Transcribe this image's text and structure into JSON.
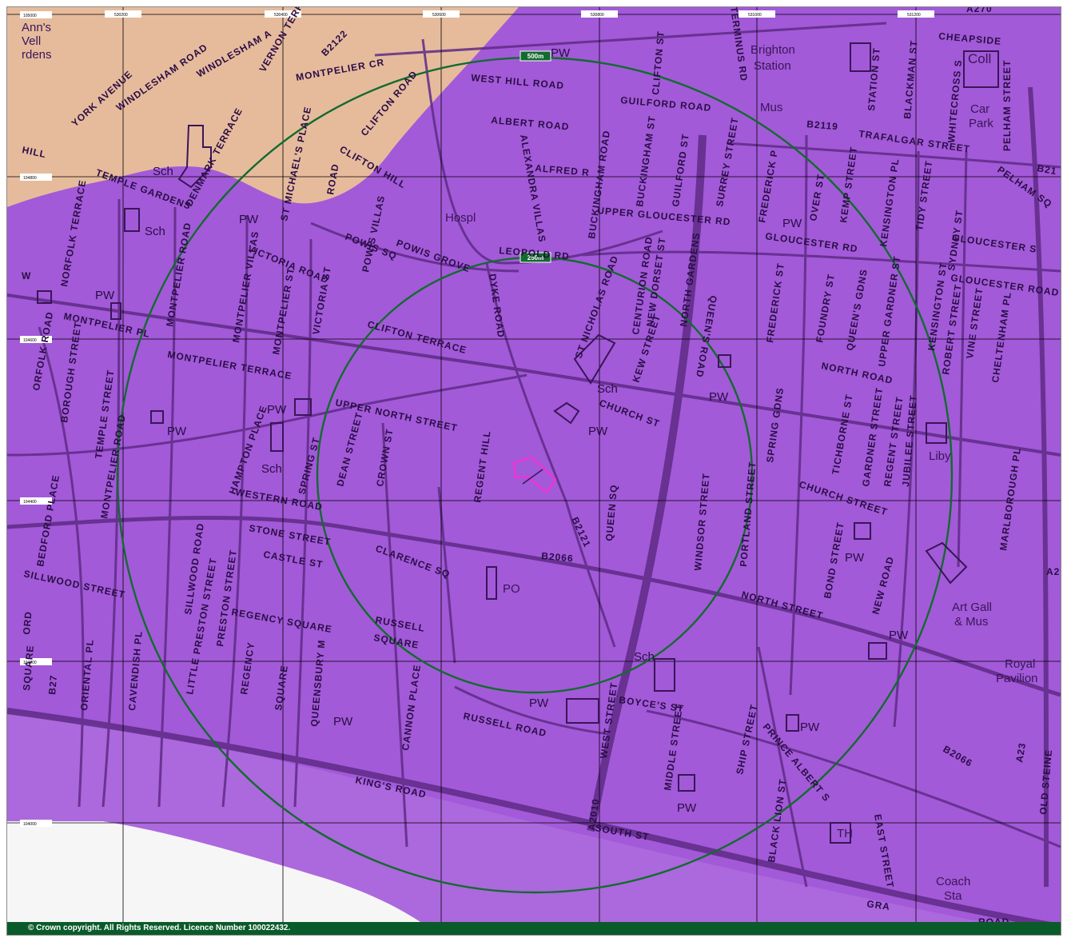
{
  "colors": {
    "zone_purple": "#a25ad8",
    "zone_tan": "#e6bb9c",
    "road_line": "#5e2a86",
    "ring_green": "#136b2e",
    "site_magenta": "#ff2bd6",
    "footer_green": "#0a5b2a"
  },
  "copyright": "© Crown copyright. All Rights Reserved. Licence Number 100022432.",
  "rings": [
    {
      "label": "500m"
    },
    {
      "label": "250m"
    }
  ],
  "eastings": [
    "530200",
    "530400",
    "530600",
    "530800",
    "531000",
    "531200"
  ],
  "northings": [
    "105000",
    "104800",
    "104600",
    "104400",
    "104200",
    "104000"
  ],
  "place_labels": {
    "ann": "Ann's",
    "well": "Vell",
    "gardens": "rdens",
    "brighton_station": "Brighton",
    "station2": "Station",
    "coll": "Coll",
    "car": "Car",
    "park": "Park",
    "mus": "Mus",
    "hospl": "Hospl",
    "liby": "Liby",
    "po": "PO",
    "art_gall": "Art Gall",
    "and_mus": "& Mus",
    "royal": "Royal",
    "pavilion": "Pavilion",
    "coach": "Coach",
    "sta": "Sta",
    "th": "TH"
  },
  "pois": {
    "pw": "PW",
    "sch": "Sch"
  },
  "roads": {
    "york_avenue": "YORK AVENUE",
    "windlesham_road": "WINDLESHAM ROAD",
    "windlesham_a": "WINDLESHAM A",
    "vernon_terr": "VERNON TERR",
    "montpelier_cr": "MONTPELIER CR",
    "b2122": "B2122",
    "west_hill_road": "WEST HILL ROAD",
    "clifton_road": "CLIFTON ROAD",
    "clifton_hill": "CLIFTON HILL",
    "temple_gardens": "TEMPLE GARDENS",
    "powis_sq": "POWIS SQ",
    "powis_grove": "POWIS GROVE",
    "powis_villas": "POWIS VILLAS",
    "victoria_road": "VICTORIA ROAD",
    "norfolk_terrace": "NORFOLK TERRACE",
    "montpelier_pl": "MONTPELIER PL",
    "montpelier_terrace": "MONTPELIER TERRACE",
    "montpelier_road": "MONTPELIER ROAD",
    "montpelier_villas": "MONTPELIER VILLAS",
    "montpelier_st": "MONTPELIER ST",
    "victoria_st": "VICTORIA ST",
    "clifton_terrace": "CLIFTON TERRACE",
    "upper_north_street": "UPPER NORTH STREET",
    "western_road": "WESTERN ROAD",
    "stone_street": "STONE STREET",
    "castle_st": "CASTLE ST",
    "clarence_sq": "CLARENCE SQ",
    "russell_square": "RUSSELL",
    "square": "SQUARE",
    "regency_square": "REGENCY SQUARE",
    "sillwood_street": "SILLWOOD STREET",
    "sillwood_road": "SILLWOOD ROAD",
    "preston_street": "PRESTON STREET",
    "little_preston_street": "LITTLE PRESTON STREET",
    "cavendish_pl": "CAVENDISH PL",
    "oriental_pl": "ORIENTAL PL",
    "bedford_place": "BEDFORD PLACE",
    "borough_street": "BOROUGH STREET",
    "temple_street": "TEMPLE STREET",
    "russell_road": "RUSSELL ROAD",
    "cannon_place": "CANNON PLACE",
    "kings_road": "KING'S ROAD",
    "west_street": "WEST STREET",
    "a2010": "A2010",
    "south_st": "SOUTH ST",
    "boyces_st": "BOYCE'S ST",
    "middle_street": "MIDDLE STREET",
    "ship_street": "SHIP STREET",
    "prince_albert_s": "PRINCE ALBERT S",
    "black_lion_st": "BLACK LION ST",
    "east_street": "EAST STREET",
    "north_street": "NORTH STREET",
    "b2066": "B2066",
    "b2121": "B2121",
    "queens_road": "QUEEN'S ROAD",
    "church_st": "CHURCH ST",
    "church_street": "CHURCH STREET",
    "north_road": "NORTH ROAD",
    "dyke_road": "DYKE ROAD",
    "regent_hill": "REGENT HILL",
    "crown_st": "CROWN ST",
    "dean_street": "DEAN STREET",
    "spring_st": "SPRING ST",
    "hampton_place": "HAMPTON PLACE",
    "queen_sq": "QUEEN SQ",
    "windsor_street": "WINDSOR STREET",
    "portland_street": "PORTLAND STREET",
    "st_nicholas_road": "ST NICHOLAS ROAD",
    "centurion_road": "CENTURION ROAD",
    "kew_street": "KEW STREET",
    "new_dorset_st": "NEW DORSET ST",
    "north_gardens": "NORTH GARDENS",
    "alexandra_villas": "ALEXANDRA VILLAS",
    "albert_road": "ALBERT ROAD",
    "alfred_r": "ALFRED R",
    "buckingham_road": "BUCKINGHAM ROAD",
    "buckingham_st": "BUCKINGHAM ST",
    "guilford_road": "GUILFORD ROAD",
    "guilford_st": "GUILFORD ST",
    "clifton_st": "CLIFTON ST",
    "upper_gloucester_rd": "UPPER GLOUCESTER RD",
    "leopold_rd": "LEOPOLD RD",
    "surrey_street": "SURREY STREET",
    "terminus_rd": "TERMINUS RD",
    "frederick_st": "FREDERICK ST",
    "frederick_pl": "FREDERICK P",
    "gloucester_rd": "GLOUCESTER RD",
    "gloucester_s": "GLOUCESTER S",
    "gloucester_road": "GLOUCESTER ROAD",
    "over_st": "OVER ST",
    "kemp_street": "KEMP STREET",
    "kensington_pl": "KENSINGTON PL",
    "kensington_st": "KENSINGTON ST",
    "foundry_st": "FOUNDRY ST",
    "queens_gdns": "QUEEN'S GDNS",
    "upper_gardner_st": "UPPER GARDNER ST",
    "gardner_street": "GARDNER STREET",
    "regent_street": "REGENT STREET",
    "jubilee_street": "JUBILEE STREET",
    "tichborne_st": "TICHBORNE ST",
    "spring_gdns": "SPRING GDNS",
    "bond_street": "BOND STREET",
    "new_road": "NEW ROAD",
    "tidy_street": "TIDY STREET",
    "sydney_st": "SYDNEY ST",
    "robert_street": "ROBERT STREET",
    "vine_street": "VINE STREET",
    "cheltenham_pl": "CHELTENHAM PL",
    "marlborough_pl": "MARLBOROUGH PL",
    "trafalgar_street": "TRAFALGAR STREET",
    "b2119": "B2119",
    "station_st": "STATION ST",
    "blackman_st": "BLACKMAN ST",
    "whitecross_s": "WHITECROSS S",
    "pelham_street": "PELHAM STREET",
    "cheapside": "CHEAPSIDE",
    "pelham_sq": "PELHAM SQ",
    "b21": "B21",
    "old_steine": "OLD STEINE",
    "a23": "A23",
    "a2": "A2",
    "b2066b": "B2066",
    "regency": "REGENCY",
    "queensbury": "QUEENSBURY M",
    "square_b": "SQUARE",
    "denmark_terrace": "DENMARK TERRACE",
    "st_michaels_place": "ST MICHAEL'S PLACE",
    "road_b": "ROAD",
    "hill": "HILL",
    "w": "W",
    "grand": "GRA",
    "oad": "ROAD",
    "b27": "B27",
    "ord": "ORD",
    "squarew": "SQUARE",
    "folk": "ORFOLK ROAD",
    "a270": "A270"
  }
}
